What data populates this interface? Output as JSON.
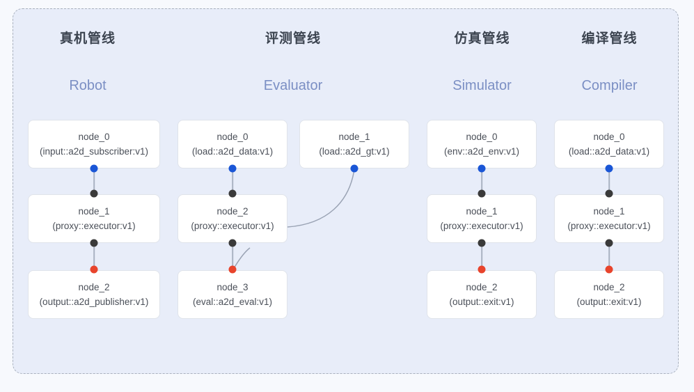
{
  "diagram": {
    "background_color": "#e8edf9",
    "frame_border_color": "#a8b0bd",
    "accent_subtitle_color": "#7b8fc4",
    "dot_colors": {
      "input": "#1a56d6",
      "middle": "#3a3a3a",
      "output": "#e8442c"
    }
  },
  "columns": [
    {
      "title": "真机管线",
      "subtitle": "Robot",
      "nodes": [
        {
          "name": "node_0",
          "detail": "(input::a2d_subscriber:v1)"
        },
        {
          "name": "node_1",
          "detail": "(proxy::executor:v1)"
        },
        {
          "name": "node_2",
          "detail": "(output::a2d_publisher:v1)"
        }
      ]
    },
    {
      "title": "评测管线",
      "subtitle": "Evaluator",
      "nodes": [
        {
          "name": "node_0",
          "detail": "(load::a2d_data:v1)"
        },
        {
          "name": "node_1",
          "detail": "(load::a2d_gt:v1)"
        },
        {
          "name": "node_2",
          "detail": "(proxy::executor:v1)"
        },
        {
          "name": "node_3",
          "detail": "(eval::a2d_eval:v1)"
        }
      ]
    },
    {
      "title": "仿真管线",
      "subtitle": "Simulator",
      "nodes": [
        {
          "name": "node_0",
          "detail": "(env::a2d_env:v1)"
        },
        {
          "name": "node_1",
          "detail": "(proxy::executor:v1)"
        },
        {
          "name": "node_2",
          "detail": "(output::exit:v1)"
        }
      ]
    },
    {
      "title": "编译管线",
      "subtitle": "Compiler",
      "nodes": [
        {
          "name": "node_0",
          "detail": "(load::a2d_data:v1)"
        },
        {
          "name": "node_1",
          "detail": "(proxy::executor:v1)"
        },
        {
          "name": "node_2",
          "detail": "(output::exit:v1)"
        }
      ]
    }
  ]
}
